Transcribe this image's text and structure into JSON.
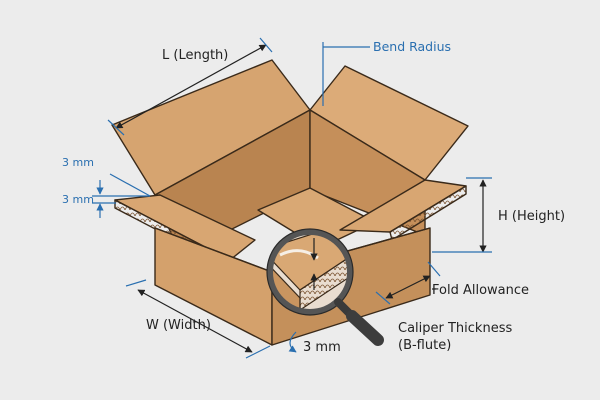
{
  "labels": {
    "length": "L (Length)",
    "width": "W (Width)",
    "height": "H (Height)",
    "bend_radius": "Bend Radius",
    "fold_allowance": "Fold Allowance",
    "caliper_line1": "Caliper Thickness",
    "caliper_line2": "(B-flute)",
    "mm_top": "3 mm",
    "mm_left": "3 mm",
    "mm_bottom": "3 mm"
  },
  "colors": {
    "background": "#ececec",
    "cardboard_light": "#d9a874",
    "cardboard_mid": "#c99560",
    "cardboard_dark": "#b7824e",
    "outline": "#3a2a1a",
    "dimension_blue": "#2a6fb0"
  },
  "icons": [
    "magnifier-icon",
    "dimension-arrow-icon"
  ]
}
